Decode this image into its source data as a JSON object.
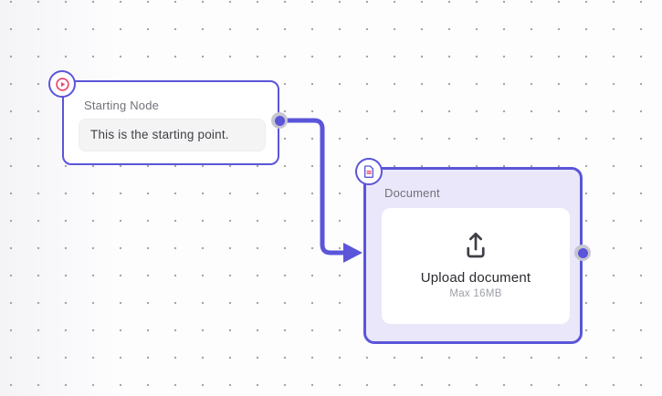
{
  "canvas": {
    "background": "#fdfdfe",
    "dot_color": "#a5a5aa"
  },
  "colors": {
    "accent_purple": "#5b55d9",
    "edge": "#5b55d9",
    "node_selected_fill": "#eae7fa",
    "handle_ring": "#c6c6d0",
    "icon_pink": "#e9486f",
    "field_background": "#f4f4f5",
    "title_gray": "#71717a",
    "body_text": "#3f3f46",
    "muted_text": "#9ea0a8"
  },
  "start_node": {
    "title": "Starting Node",
    "text": "This is the starting point.",
    "badge_icon": "play-circle-icon"
  },
  "document_node": {
    "title": "Document",
    "upload_label": "Upload document",
    "max_size": "Max 16MB",
    "badge_icon": "document-icon",
    "dropzone_icon": "upload-icon"
  }
}
